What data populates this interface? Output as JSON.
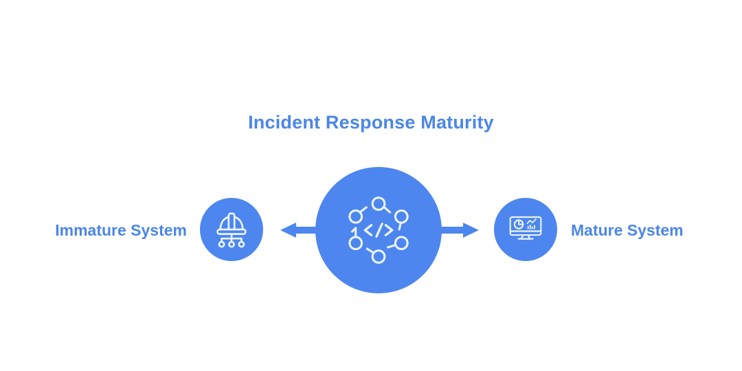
{
  "title": "Incident Response Maturity",
  "colors": {
    "accent": "#4c86ee",
    "text": "#4a86e8",
    "icon_stroke": "#eaf2fe",
    "background": "#ffffff"
  },
  "left": {
    "label": "Immature System",
    "icon": "hard-hat-org-chart-icon"
  },
  "center": {
    "icon": "code-cycle-icon"
  },
  "right": {
    "label": "Mature System",
    "icon": "dashboard-monitor-icon"
  },
  "arrows": [
    "arrow-left",
    "arrow-right"
  ]
}
